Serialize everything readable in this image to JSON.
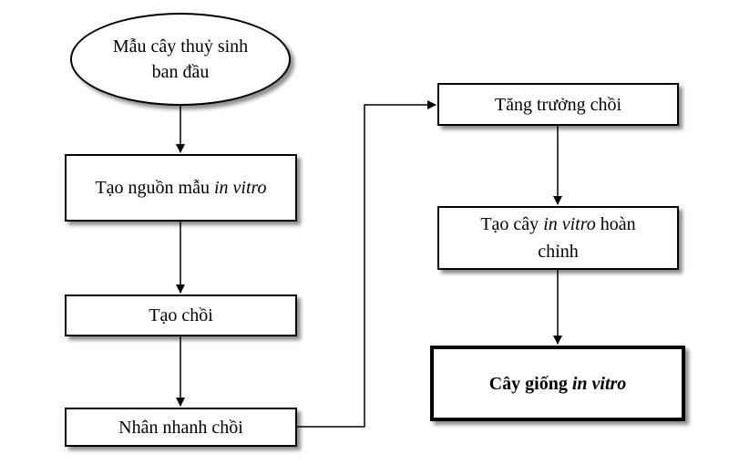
{
  "nodes": {
    "start": {
      "line1": "Mẫu cây thuỷ sinh",
      "line2": "ban đầu"
    },
    "source": {
      "prefix": "Tạo nguồn mẫu ",
      "italic": "in vitro",
      "suffix": ""
    },
    "shoot": {
      "label": "Tạo chồi"
    },
    "multiply": {
      "label": "Nhân nhanh chồi"
    },
    "growth": {
      "label": "Tăng trưởng chồi"
    },
    "complete": {
      "prefix": "Tạo cây ",
      "italic": "in vitro",
      "suffix": " hoàn",
      "line2": "chỉnh"
    },
    "seedling": {
      "prefix": "Cây giống ",
      "italic": "in vitro"
    }
  },
  "colors": {
    "stroke": "#000000",
    "background": "#ffffff"
  }
}
